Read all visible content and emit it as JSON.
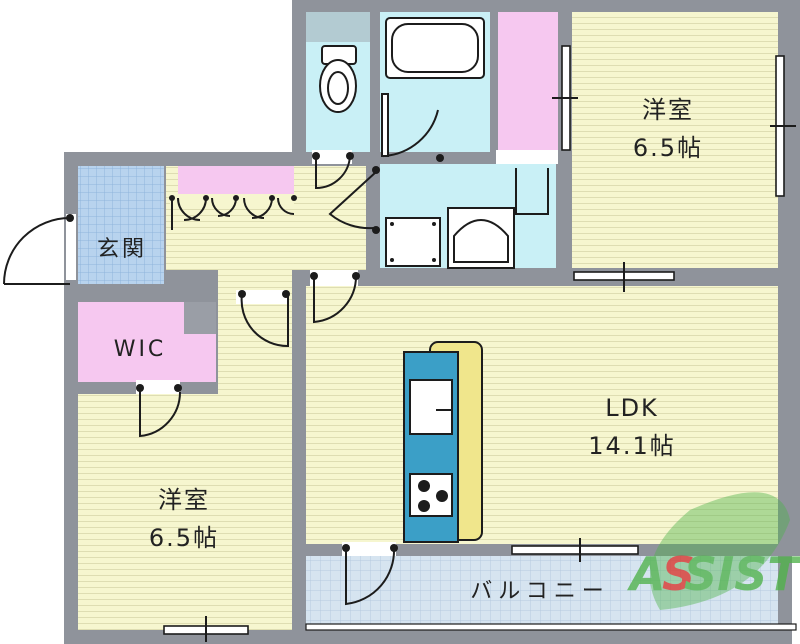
{
  "rooms": {
    "bedroom_north": {
      "name": "洋室",
      "size": "6.5帖"
    },
    "bedroom_south": {
      "name": "洋室",
      "size": "6.5帖"
    },
    "ldk": {
      "name": "LDK",
      "size": "14.1帖"
    },
    "entrance": {
      "name": "玄関"
    },
    "wic": {
      "name": "WIC"
    },
    "balcony": {
      "name": "バルコニー"
    }
  },
  "logo": {
    "text": "ASSIST"
  },
  "colors": {
    "wall": "#8f939b",
    "floor_yellow": "#f6f6cf",
    "wet_area": "#c9f0f6",
    "storage": "#f6c8f0",
    "entrance_tile": "#b8d3ee",
    "balcony": "#d6e4f0",
    "counter": "#f0e68c",
    "kitchen": "#3b9fc7",
    "logo_green": "#4fb24a",
    "logo_red": "#d9342b"
  }
}
